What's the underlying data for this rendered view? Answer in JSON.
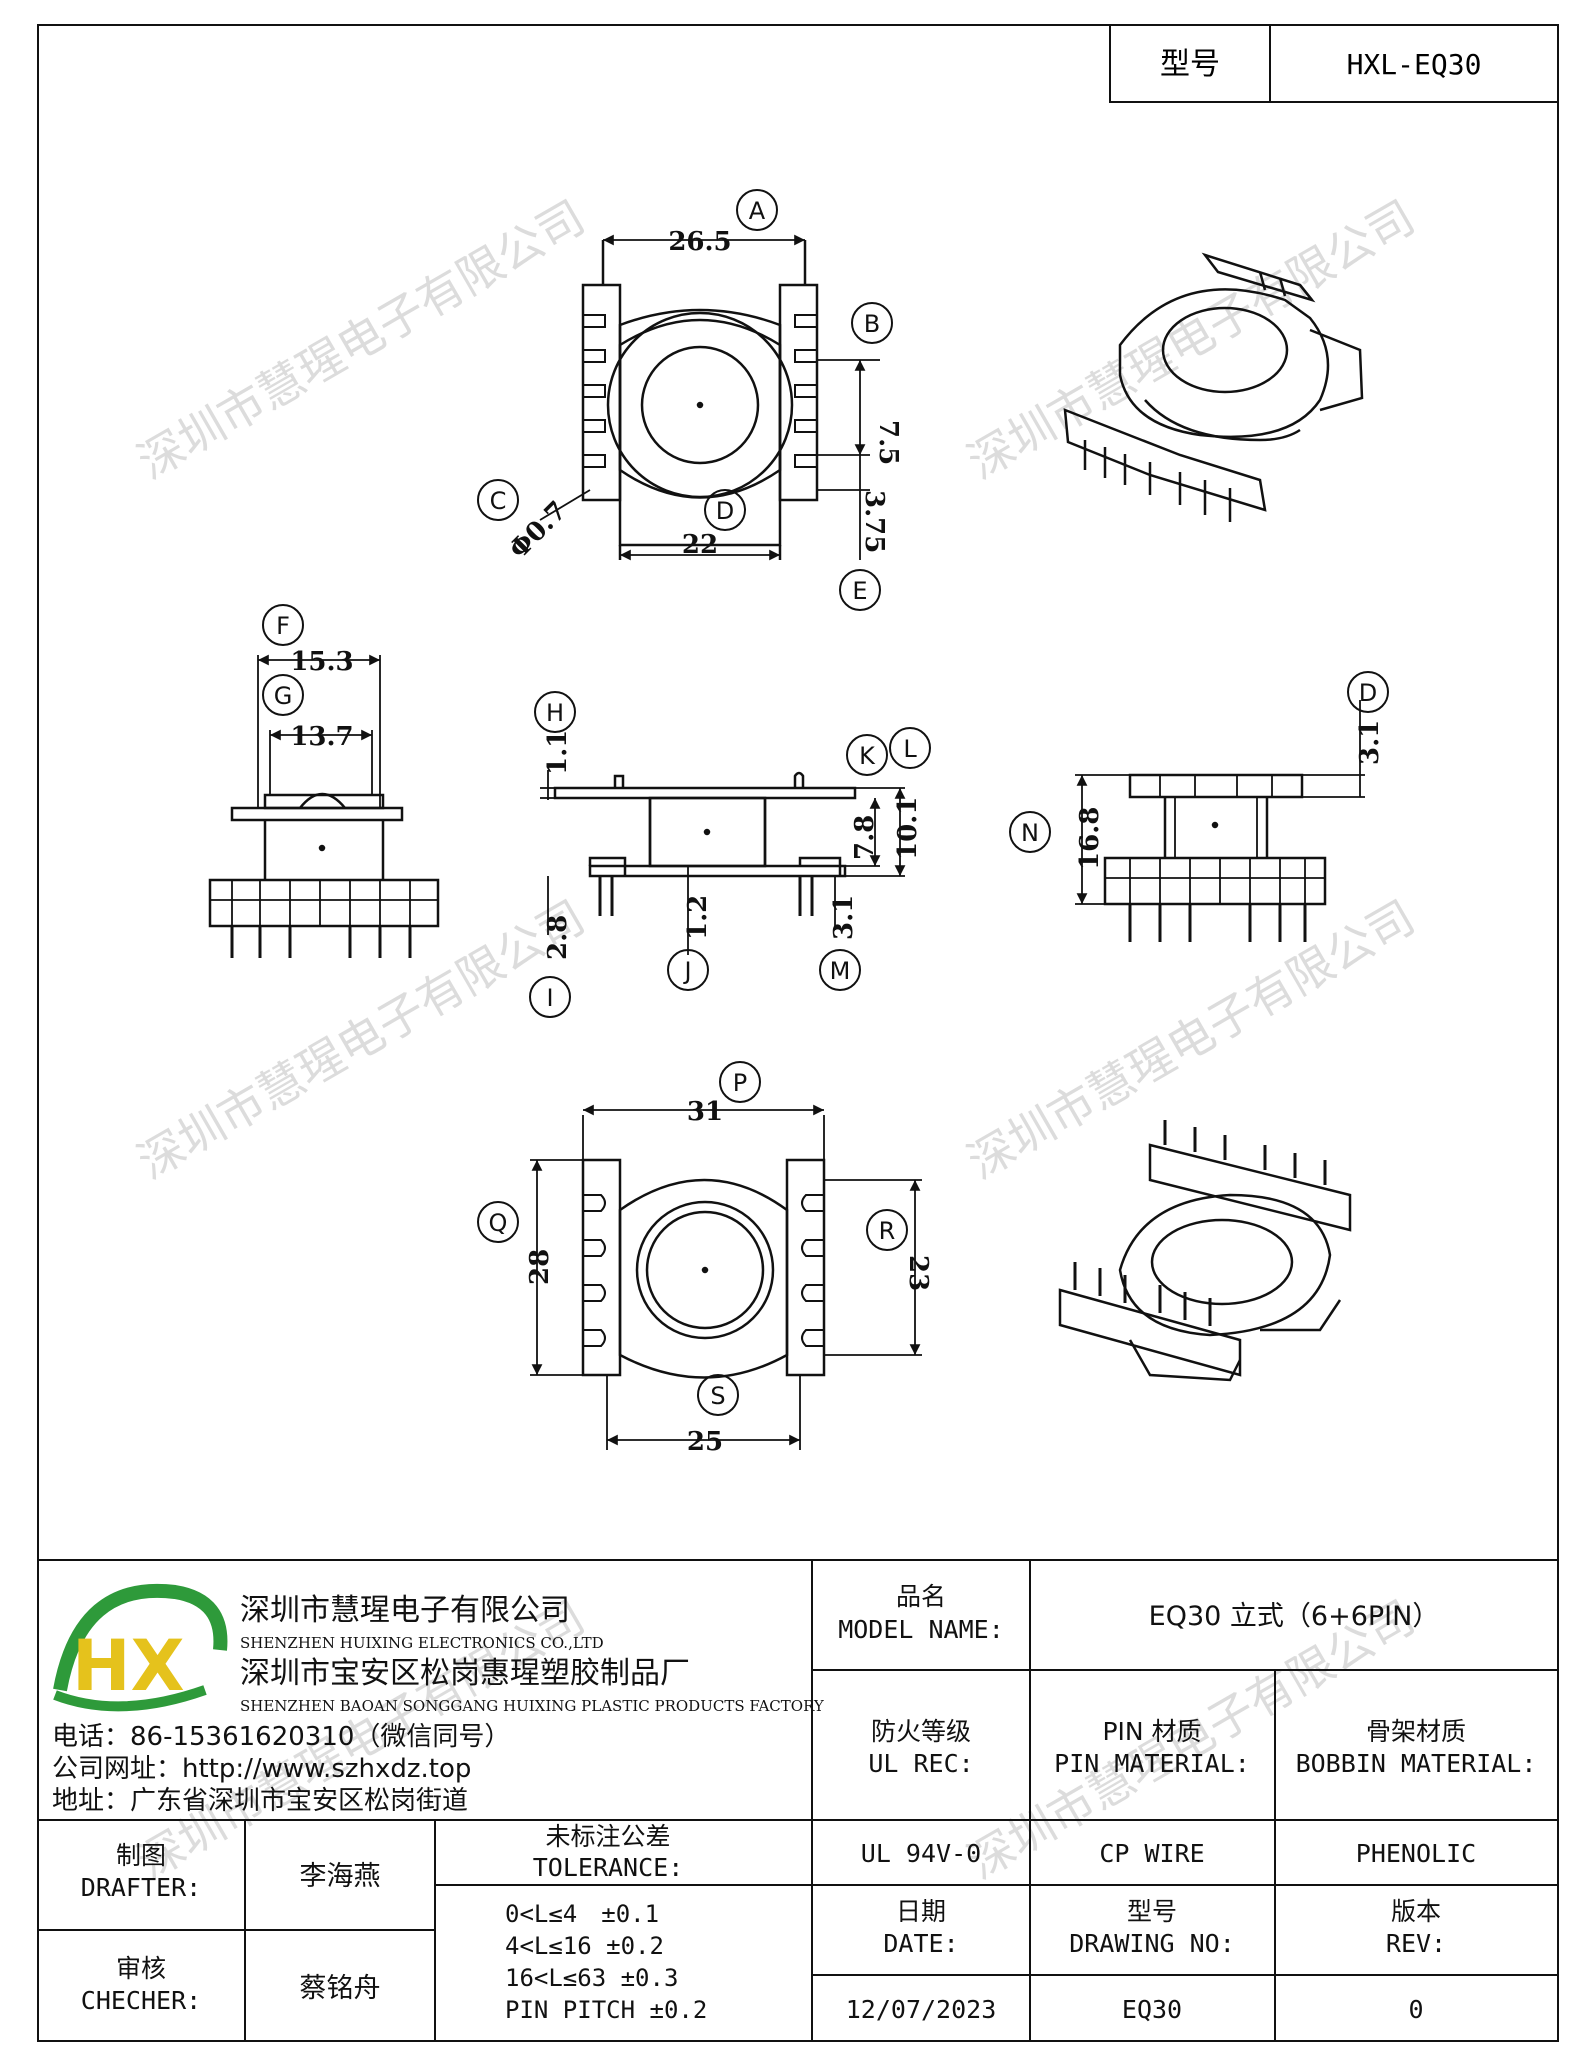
{
  "header": {
    "model_label": "型号",
    "model_value": "HXL-EQ30"
  },
  "drawing": {
    "callouts": [
      "A",
      "B",
      "C",
      "D",
      "E",
      "F",
      "G",
      "H",
      "K",
      "L",
      "I",
      "J",
      "M",
      "D",
      "N",
      "P",
      "Q",
      "R",
      "S"
    ],
    "dims": {
      "a": "26.5",
      "b": "7.5",
      "c": "Φ0.7",
      "d": "22",
      "e": "3.75",
      "f": "15.3",
      "g": "13.7",
      "h": "1.1",
      "k": "7.8",
      "l": "10.1",
      "i": "2.8",
      "j": "1.2",
      "m": "3.1",
      "d2": "3.1",
      "n": "16.8",
      "p": "31",
      "q": "28",
      "r": "23",
      "s": "25"
    }
  },
  "company": {
    "name_cn_1": "深圳市慧瑆电子有限公司",
    "name_en_1": "SHENZHEN HUIXING ELECTRONICS CO.,LTD",
    "name_cn_2": "深圳市宝安区松岗惠瑆塑胶制品厂",
    "name_en_2": "SHENZHEN BAOAN SONGGANG HUIXING PLASTIC PRODUCTS FACTORY",
    "phone": "电话：86-15361620310（微信同号）",
    "website": "公司网址：http://www.szhxdz.top",
    "address": "地址：广东省深圳市宝安区松岗街道",
    "logo_letters": "HX"
  },
  "watermark": "深圳市慧瑆电子有限公司",
  "table": {
    "model_name_cn": "品名",
    "model_name_en": "MODEL NAME:",
    "model_name_value": "EQ30 立式（6+6PIN）",
    "ul_rec_cn": "防火等级",
    "ul_rec_en": "UL REC:",
    "ul_rec_value": "UL 94V-0",
    "pin_material_cn": "PIN 材质",
    "pin_material_en": "PIN MATERIAL:",
    "pin_material_value": "CP WIRE",
    "bobbin_material_cn": "骨架材质",
    "bobbin_material_en": "BOBBIN MATERIAL:",
    "bobbin_material_value": "PHENOLIC",
    "drafter_cn": "制图",
    "drafter_en": "DRAFTER:",
    "drafter_name": "李海燕",
    "checker_cn": "审核",
    "checker_en": "CHECHER:",
    "checker_name": "蔡铭舟",
    "tolerance_cn": "未标注公差",
    "tolerance_en": "TOLERANCE:",
    "tolerance_lines": [
      "0<L≤4　±0.1",
      "4<L≤16 ±0.2",
      "16<L≤63 ±0.3",
      "PIN PITCH ±0.2"
    ],
    "date_cn": "日期",
    "date_en": "DATE:",
    "date_value": "12/07/2023",
    "drawing_no_cn": "型号",
    "drawing_no_en": "DRAWING NO:",
    "drawing_no_value": "EQ30",
    "rev_cn": "版本",
    "rev_en": "REV:",
    "rev_value": "0"
  },
  "colors": {
    "line": "#111111",
    "logo_green": "#2e9a3a",
    "logo_yellow": "#e5c21c",
    "watermark": "#d8d8d8"
  }
}
